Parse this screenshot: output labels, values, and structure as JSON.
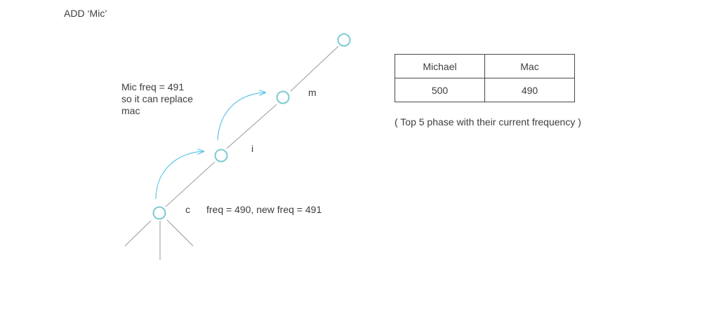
{
  "title": "ADD ‘Mic’",
  "note": {
    "line1": "Mic freq = 491",
    "line2": "so it can replace",
    "line3": "mac"
  },
  "nodes": {
    "m": "m",
    "i": "i",
    "c": "c"
  },
  "freq_text": "freq = 490, new freq = 491",
  "table": {
    "headers": [
      "Michael",
      "Mac"
    ],
    "values": [
      "500",
      "490"
    ]
  },
  "caption": "( Top 5 phase with their current frequency )",
  "colors": {
    "node": "#7ccbd0",
    "arrow": "#5bc3e6",
    "edge": "#9a9a9a",
    "text": "#3d3d3d"
  }
}
